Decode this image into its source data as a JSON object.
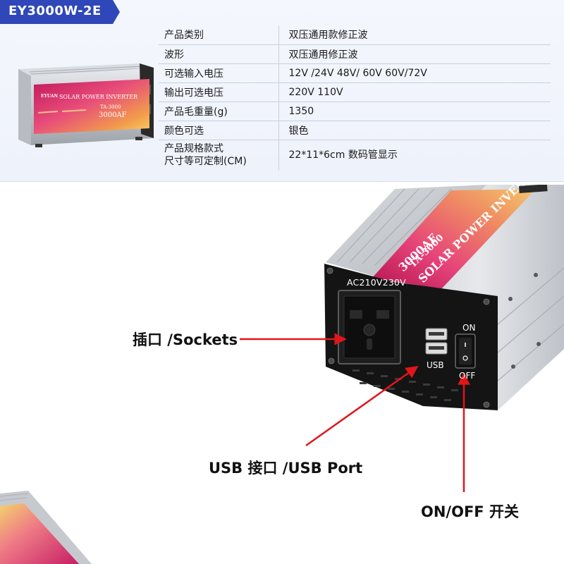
{
  "header": {
    "model": "EY3000W-2E"
  },
  "specs": [
    {
      "key": "产品类别",
      "value": "双压通用款修正波"
    },
    {
      "key": "波形",
      "value": "双压通用修正波"
    },
    {
      "key": "可选输入电压",
      "value": "12V /24V  48V/ 60V  60V/72V"
    },
    {
      "key": "输出可选电压",
      "value": "220V   110V"
    },
    {
      "key": "产品毛重量(g)",
      "value": "1350"
    },
    {
      "key": "颜色可选",
      "value": "银色"
    },
    {
      "key": "产品规格款式",
      "key2": "尺寸等可定制(CM)",
      "value": "22*11*6cm 数码管显示"
    }
  ],
  "product_label": {
    "brand": "EYUAN",
    "line1": "SOLAR POWER INVERTER",
    "line2": "TA-3000",
    "line3": "3000AF"
  },
  "panel": {
    "ac_label": "AC210V230V",
    "on_label": "ON",
    "off_label": "OFF",
    "usb_label": "USB"
  },
  "callouts": {
    "sockets": "插口 /Sockets",
    "usb": "USB 接口 /USB Port",
    "onoff": "ON/OFF 开关"
  },
  "colors": {
    "tag_blue": "#2f47b8",
    "arrow_red": "#e0161b",
    "panel_black": "#141414",
    "aluminium": "#c9ccd2"
  }
}
